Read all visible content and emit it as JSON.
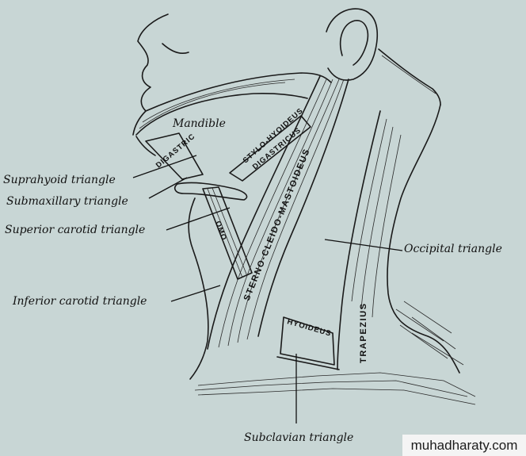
{
  "labels": {
    "mandible": "Mandible",
    "suprahyoid": "Suprahyoid triangle",
    "submaxillary": "Submaxillary triangle",
    "superior_carotid": "Superior carotid triangle",
    "occipital": "Occipital triangle",
    "inferior_carotid": "Inferior carotid triangle",
    "subclavian": "Subclavian triangle"
  },
  "muscles": {
    "digastric_anterior": "DIGASTRIC",
    "stylohyoideus": "STYLO-HYOIDEUS",
    "digastric_posterior": "DIGASTRICUS",
    "omo": "OMO",
    "sternocleidomastoideus": "STERNO-CLEIDO-MASTOIDEUS",
    "trapezius": "TRAPEZIUS",
    "omohyoideus": "HYOIDEUS"
  },
  "watermark": "muhadharaty.com",
  "colors": {
    "background": "#c8d6d5",
    "ink": "#1a1a1a"
  }
}
